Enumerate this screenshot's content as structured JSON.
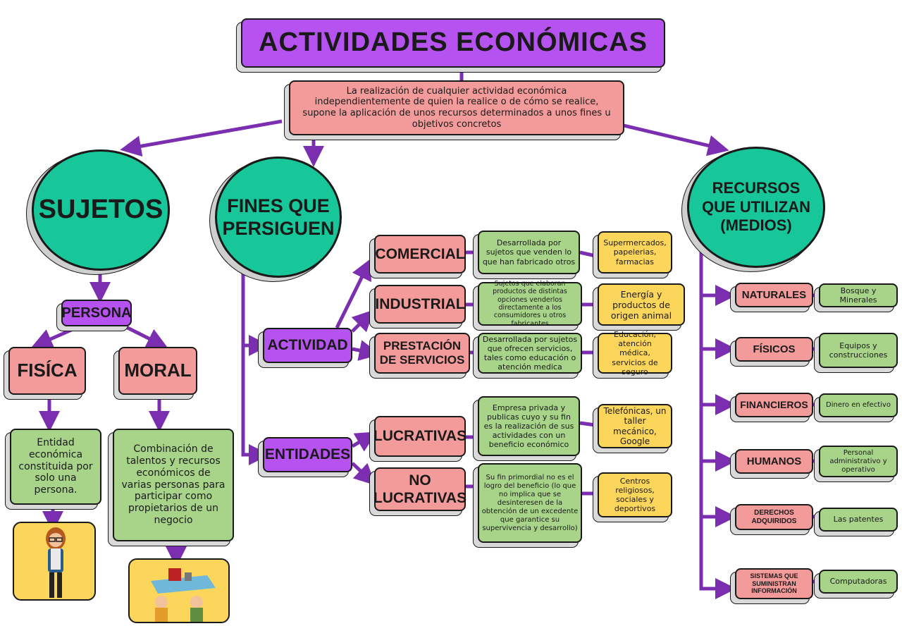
{
  "title": "ACTIVIDADES ECONÓMICAS",
  "intro": "La realización de cualquier actividad económica independientemente de quien la realice o de cómo se realice, supone la aplicación de unos recursos determinados a unos fines u objetivos concretos",
  "sujetos": {
    "label": "SUJETOS",
    "persona": "PERSONA",
    "fisica": "FISÍCA",
    "moral": "MORAL",
    "fisica_desc": "Entidad económica constituida por solo una persona.",
    "moral_desc": "Combinación de talentos y recursos económicos de varias personas para participar como propietarios de un negocio"
  },
  "fines": {
    "label": "FINES QUE PERSIGUEN",
    "actividad": "ACTIVIDAD",
    "entidades": "ENTIDADES",
    "comercial": "COMERCIAL",
    "comercial_desc": "Desarrollada por sujetos que venden lo que han fabricado otros",
    "comercial_ej": "Supermercados, papelerias, farmacias",
    "industrial": "INDUSTRIAL",
    "industrial_desc": "Sujetos que elaboran productos de distintas opciones venderlos directamente a los consumidores u otros fabricantes",
    "industrial_ej": "Energía y productos de origen animal",
    "servicios": "PRESTACIÓN DE SERVICIOS",
    "servicios_desc": "Desarrollada por sujetos que ofrecen servicios, tales como educación o atención medica",
    "servicios_ej": "Educación, atención médica, servicios de seguro",
    "lucrativas": "LUCRATIVAS",
    "lucrativas_desc": "Empresa privada y publicas cuyo y su fin es la realización de sus actividades con un beneficio económico",
    "lucrativas_ej": "Telefónicas, un taller mecánico, Google",
    "no_lucrativas": "NO LUCRATIVAS",
    "no_lucrativas_desc": "Su fin primordial no es el logro del beneficio (lo que no implica que se desinteresen de la obtención de un excedente que garantice su supervivencia y desarrollo)",
    "no_lucrativas_ej": "Centros religiosos, sociales y deportivos"
  },
  "recursos": {
    "label": "RECURSOS QUE UTILIZAN (MEDIOS)",
    "items": [
      {
        "name": "NATURALES",
        "desc": "Bosque y Minerales"
      },
      {
        "name": "FÍSICOS",
        "desc": "Equipos y construcciones"
      },
      {
        "name": "FINANCIEROS",
        "desc": "Dinero en efectivo"
      },
      {
        "name": "HUMANOS",
        "desc": "Personal administrativo y operativo"
      },
      {
        "name": "DERECHOS ADQUIRIDOS",
        "desc": "Las patentes"
      },
      {
        "name": "SISTEMAS QUE SUMINISTRAN INFORMACIÓN",
        "desc": "Computadoras"
      }
    ]
  },
  "colors": {
    "purple": "#b552f0",
    "pink": "#f39a9a",
    "green": "#a8d48a",
    "yellow": "#fcd65a",
    "teal": "#17c79a",
    "arrow": "#7b2fb0"
  }
}
